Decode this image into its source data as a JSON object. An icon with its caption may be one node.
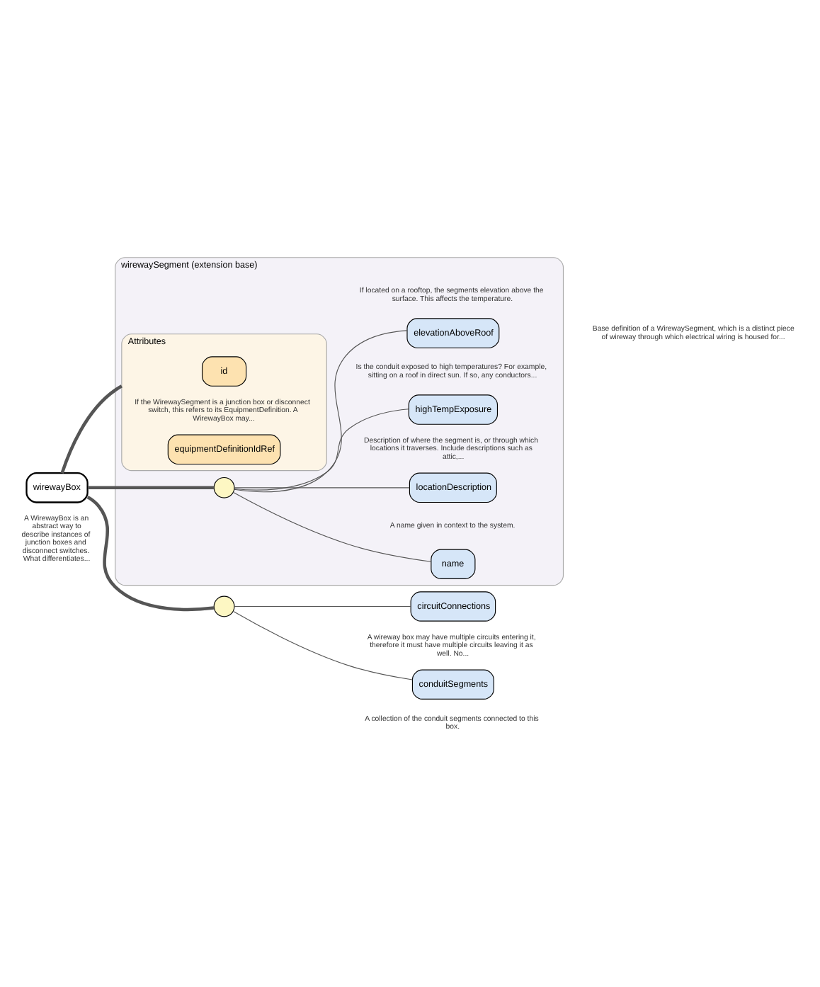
{
  "diagram": {
    "nodes": [
      {
        "text": [
          "wirewayBox"
        ],
        "beside": [
          "A WirewayBox is an abstract way to describe instances of junction boxes and disconnect switches. What differentiates..."
        ]
      },
      {
        "text": [
          "wirewaySegment (extension base)"
        ]
      },
      {
        "text": [
          "Attributes"
        ],
        "in": 1
      },
      {
        "text": [
          "id"
        ],
        "in": 2
      },
      {
        "text": [
          "equipmentDefinitionIdRef"
        ],
        "in": 2,
        "beside": [
          "If the WirewaySegment is a junction box or disconnect switch, this refers to its EquipmentDefinition. A WirewayBox may..."
        ]
      },
      {
        "text": [],
        "shape": "circle",
        "in": 1
      },
      {
        "text": [
          "name"
        ],
        "in": 1,
        "beside": [
          "A name given in context to the system."
        ]
      },
      {
        "text": [
          "locationDescription"
        ],
        "in": 1,
        "beside": [
          "Description of where the segment is, or through which locations it traverses. Include descriptions such as attic,..."
        ]
      },
      {
        "text": [
          "highTempExposure"
        ],
        "in": 1,
        "beside": [
          "Is the conduit exposed to high temperatures? For example, sitting on a roof in direct sun. If so, any conductors..."
        ]
      },
      {
        "text": [
          "elevationAboveRoof"
        ],
        "in": 1,
        "beside": [
          "If located on a rooftop, the segments elevation above the surface. This affects the temperature."
        ]
      },
      {
        "text": [],
        "shape": "circle"
      },
      {
        "text": [
          "circuitConnections"
        ],
        "beside": [
          "A wireway box may have multiple circuits entering it, therefore it must have multiple circuits leaving it as well. No..."
        ]
      },
      {
        "text": [
          "conduitSegments"
        ],
        "beside": [
          "A collection of the conduit segments connected to this box."
        ]
      }
    ],
    "edges": [
      {
        "from": 0,
        "to": 2,
        "arrow": "none",
        "style": "thick"
      },
      {
        "from": 0,
        "to": 5,
        "arrow": "none",
        "style": "thick"
      },
      {
        "from": 0,
        "to": 10,
        "arrow": "none",
        "style": "thick"
      },
      {
        "from": 5,
        "to": 6,
        "arrow": "none"
      },
      {
        "from": 5,
        "to": 7,
        "arrow": "none"
      },
      {
        "from": 5,
        "to": 8,
        "arrow": "none"
      },
      {
        "from": 5,
        "to": 9,
        "arrow": "none"
      },
      {
        "from": 10,
        "to": 11,
        "arrow": "none"
      },
      {
        "from": 10,
        "to": 12,
        "arrow": "none"
      }
    ],
    "labels": [
      "Base definition of a WirewaySegment, which is a distinct piece of wireway through which electrical wiring is housed for..."
    ]
  }
}
